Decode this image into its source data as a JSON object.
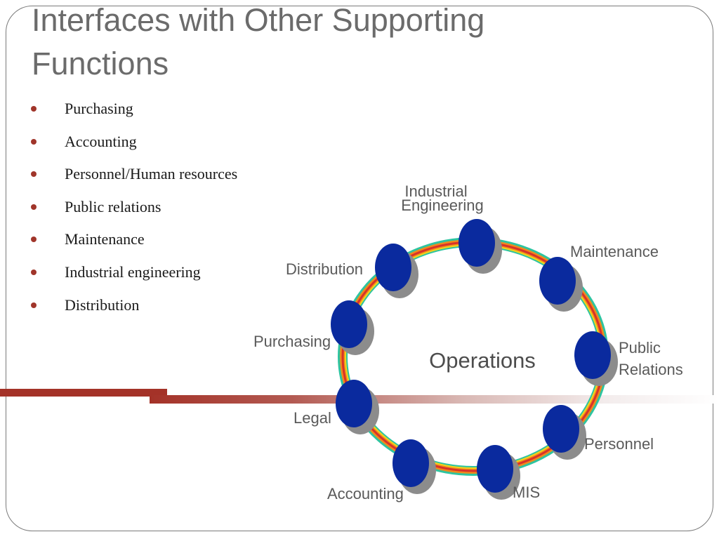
{
  "slide": {
    "title": "Interfaces with Other Supporting Functions",
    "bullets": [
      "Purchasing",
      "Accounting",
      "Personnel/Human resources",
      "Public relations",
      "Maintenance",
      "Industrial engineering",
      "Distribution"
    ]
  },
  "diagram": {
    "center": "Operations",
    "nodes": {
      "industrial_engineering": [
        "Industrial",
        "Engineering"
      ],
      "maintenance": "Maintenance",
      "public_relations": [
        "Public",
        "Relations"
      ],
      "personnel": "Personnel",
      "mis": "MIS",
      "accounting": "Accounting",
      "legal": "Legal",
      "purchasing": "Purchasing",
      "distribution": "Distribution"
    },
    "colors": {
      "node": "#0a2a9e",
      "node_shadow": "#8c8c8c",
      "ring_outer": "#2ec4a0",
      "ring_orange": "#f08a1c",
      "ring_red": "#d8322a",
      "ring_yellow": "#f4d21c",
      "accent_bar": "#a43228"
    }
  }
}
